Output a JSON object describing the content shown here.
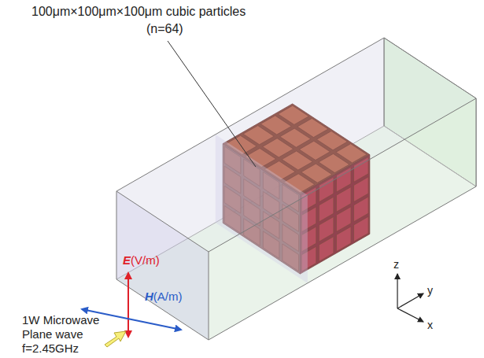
{
  "diagram": {
    "labels": [
      "100μm×100μm×100μm cubic particles",
      "(n=64)",
      "E",
      "(V/m)",
      "H",
      "(A/m)",
      "1W Microwave",
      "Plane wave",
      "f=2.45GHz",
      "z",
      "y",
      "x"
    ]
  }
}
